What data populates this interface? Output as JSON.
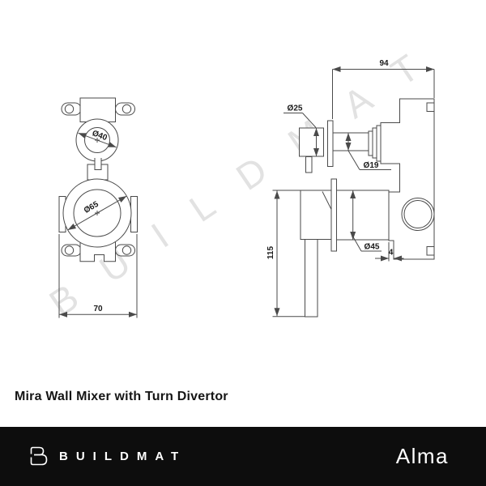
{
  "product": {
    "title": "Mira Wall Mixer with Turn Divertor"
  },
  "watermark": {
    "text": "BUILDMAT"
  },
  "footer": {
    "brand": "BUILDMAT",
    "series": "Alma"
  },
  "drawing": {
    "dimensions": {
      "knob_face_diameter": "Ø40",
      "body_face_diameter": "Ø65",
      "body_width": "70",
      "total_depth": "94",
      "knob_diameter": "Ø25",
      "shaft_diameter": "Ø19",
      "cartridge_diameter": "Ø45",
      "overall_height": "115",
      "plate_offset": "4"
    },
    "colors": {
      "line": "#4a4a4a",
      "dimension_text": "#1a1a1a",
      "watermark": "#e2e2e2",
      "footer_background": "#0d0d0d"
    }
  }
}
